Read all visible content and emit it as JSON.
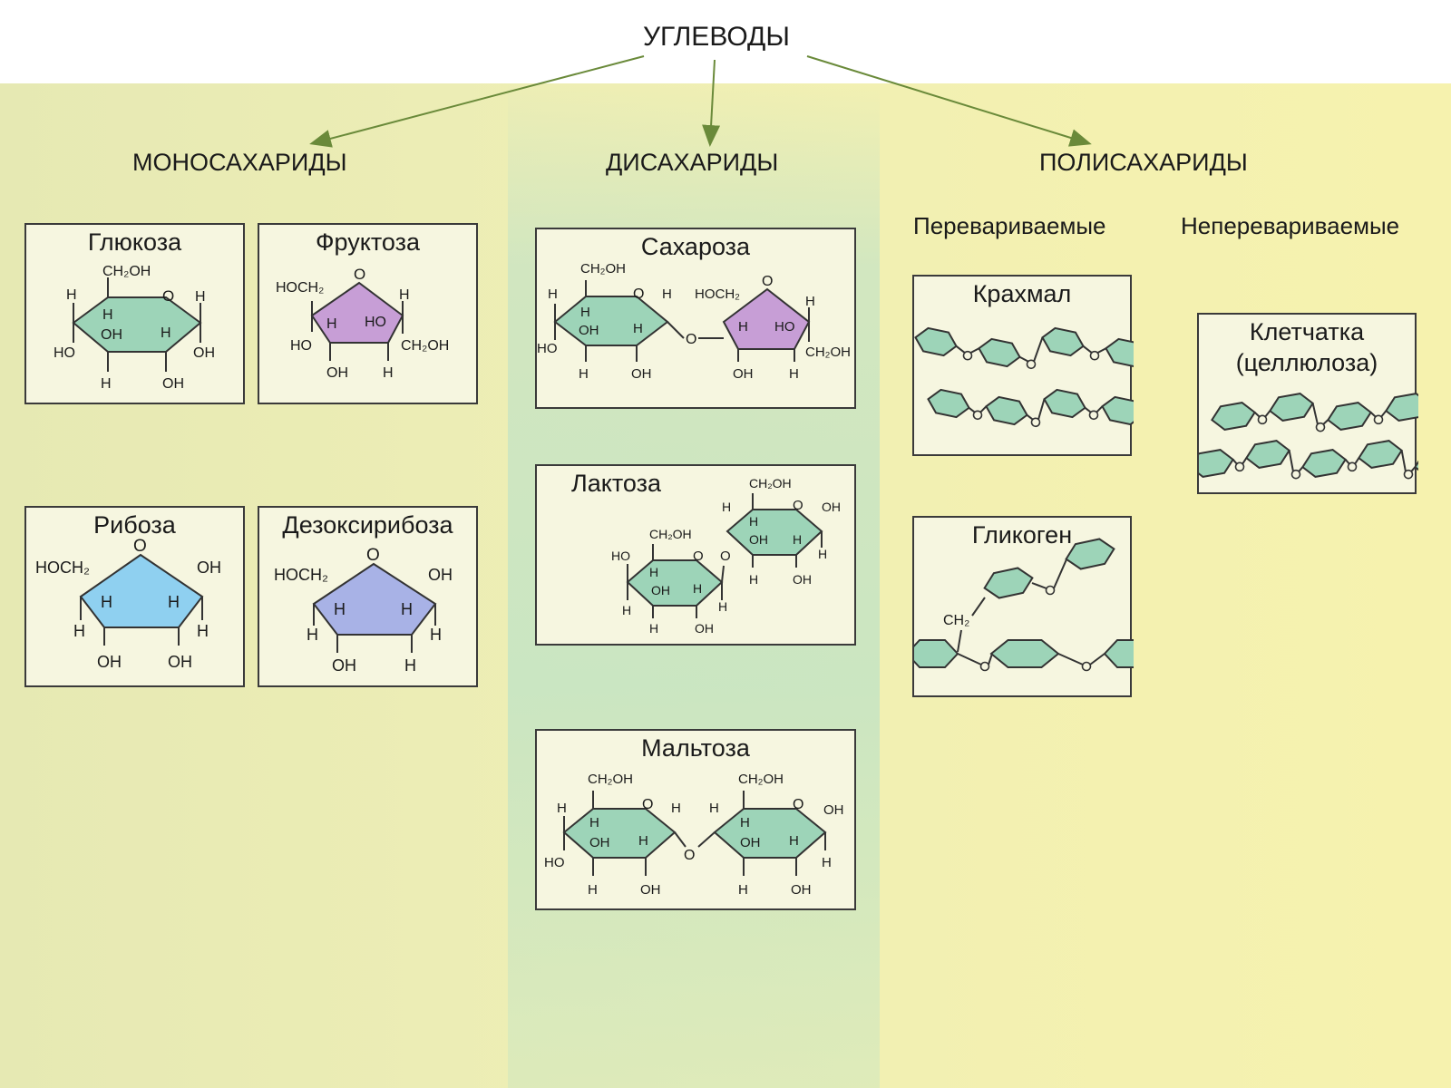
{
  "root_title": "УГЛЕВОДЫ",
  "categories": {
    "mono": "МОНОСАХАРИДЫ",
    "di": "ДИСАХАРИДЫ",
    "poly": "ПОЛИСАХАРИДЫ"
  },
  "poly_subtitles": {
    "digestible": "Перевариваемые",
    "indigestible": "Неперевариваемые"
  },
  "boxes": {
    "glucose": "Глюкоза",
    "fructose": "Фруктоза",
    "ribose": "Рибоза",
    "deoxyribose": "Дезоксирибоза",
    "sucrose": "Сахароза",
    "lactose": "Лактоза",
    "maltose": "Мальтоза",
    "starch": "Крахмал",
    "glycogen": "Гликоген",
    "cellulose_line1": "Клетчатка",
    "cellulose_line2": "(целлюлоза)"
  },
  "chem": {
    "ch2oh": "CH₂OH",
    "hoch2": "HOCH₂",
    "ch2": "CH₂",
    "oh": "OH",
    "ho": "HO",
    "h": "H",
    "o": "O"
  },
  "colors": {
    "hexose_fill": "#9dd4b8",
    "fructose_fill": "#c79ed6",
    "ribose_fill": "#8fd0f0",
    "deoxyribose_fill": "#a8b2e6",
    "arrow": "#6a8a3a"
  }
}
